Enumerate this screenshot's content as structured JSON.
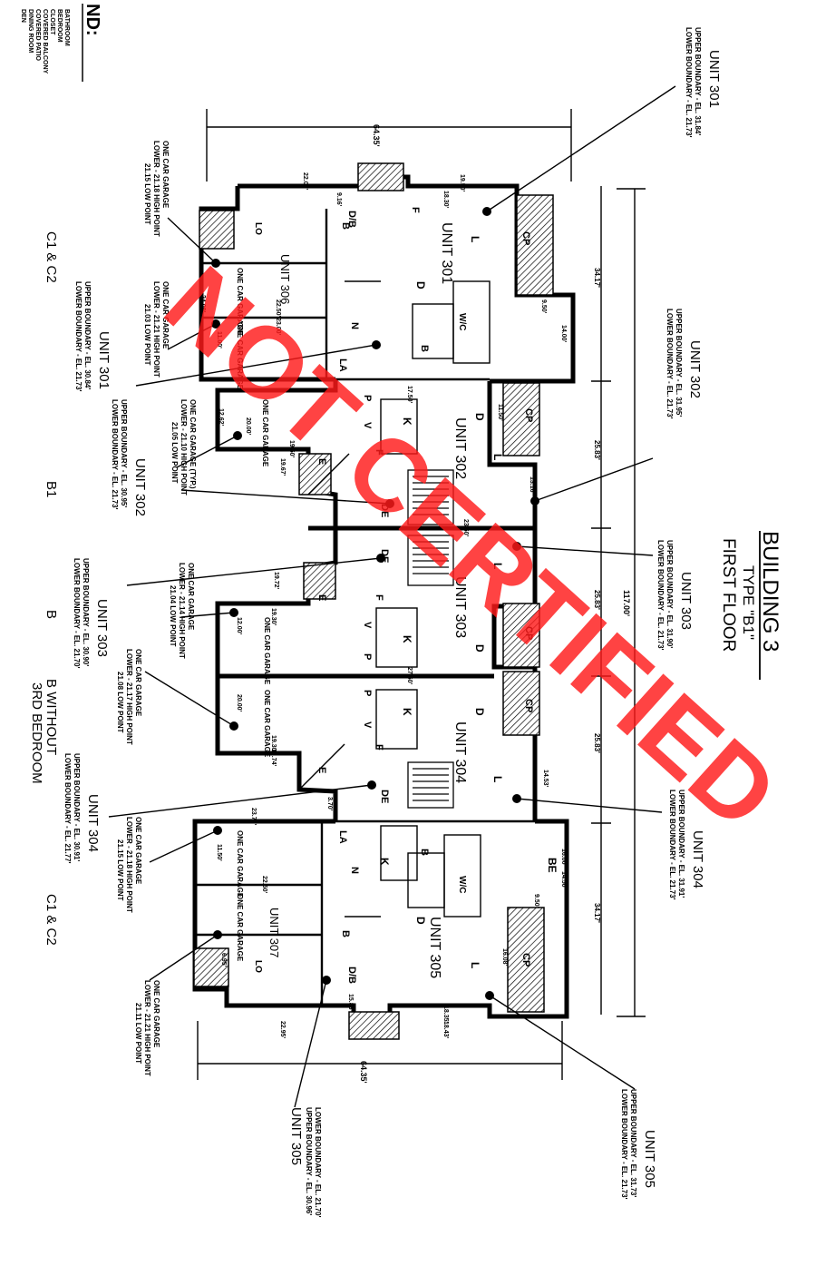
{
  "legend": {
    "title": "ND:",
    "items": [
      "BATHROOM",
      "BEDROOM",
      "CLOSET",
      "COVERED BALCONY",
      "COVERED PATIO",
      "DINING ROOM",
      "DEN"
    ]
  },
  "header": {
    "building": "BUILDING 3",
    "type": "TYPE \"B1\"",
    "floor": "FIRST FLOOR"
  },
  "watermark": "NOT CERTIFIED",
  "dimensions": {
    "top_width": "64.35'",
    "bottom_width": "64.35'",
    "overall_length": "117.00'",
    "seg1": "34.17'",
    "seg2": "25.83'",
    "seg3": "25.83'",
    "seg4": "25.83'",
    "seg5": "34.17'"
  },
  "type_labels": {
    "c1c2_top": "C1 & C2",
    "b1": "B1",
    "b": "B",
    "b_without": "B WITHOUT",
    "third_bedroom": "3RD BEDROOM",
    "c1c2_bottom": "C1 & C2"
  },
  "unit_callouts": {
    "u301_right": {
      "unit": "UNIT 301",
      "upper": "UPPER BOUNDARY - EL. 31.84'",
      "lower": "LOWER BOUNDARY - EL. 21.73'"
    },
    "u302_right": {
      "unit": "UNIT 302",
      "upper": "UPPER BOUNDARY - EL. 31.95'",
      "lower": "LOWER BOUNDARY - EL. 21.73'"
    },
    "u303_right": {
      "unit": "UNIT 303",
      "upper": "UPPER BOUNDARY - EL. 31.90'",
      "lower": "LOWER BOUNDARY - EL. 21.73'"
    },
    "u304_right": {
      "unit": "UNIT 304",
      "upper": "UPPER BOUNDARY - EL. 31.91'",
      "lower": "LOWER BOUNDARY - EL. 21.73'"
    },
    "u305_right": {
      "unit": "UNIT 305",
      "upper": "UPPER BOUNDARY - EL. 31.73'",
      "lower": "LOWER BOUNDARY - EL. 21.73'"
    },
    "u301_left": {
      "unit": "UNIT 301",
      "upper": "UPPER BOUNDARY - EL. 30.84'",
      "lower": "LOWER BOUNDARY - EL. 21.73'"
    },
    "u302_left": {
      "unit": "UNIT 302",
      "upper": "UPPER BOUNDARY - EL. 30.95'",
      "lower": "LOWER BOUNDARY - EL. 21.73'"
    },
    "u303_left": {
      "unit": "UNIT 303",
      "upper": "UPPER BOUNDARY - EL. 30.90'",
      "lower": "LOWER BOUNDARY - EL. 21.70'"
    },
    "u304_left": {
      "unit": "UNIT 304",
      "upper": "UPPER BOUNDARY - EL. 30.91'",
      "lower": "LOWER BOUNDARY - EL. 21.77'"
    },
    "u305_bottom": {
      "unit": "UNIT 305",
      "upper": "UPPER BOUNDARY - EL. 30.96'",
      "lower": "LOWER BOUNDARY - EL. 21.70'"
    }
  },
  "garage_callouts": {
    "g_top_a": {
      "title": "ONE CAR GARAGE",
      "line1": "LOWER - 21.18 HIGH POINT",
      "line2": "21.15 LOW POINT"
    },
    "g_top_b": {
      "title": "ONE CAR GARAGE",
      "line1": "LOWER - 21.21 HIGH POINT",
      "line2": "21.03 LOW POINT"
    },
    "g_302": {
      "title": "ONE CAR GARAGE (TYP.)",
      "line1": "LOWER - 21.10 HIGH POINT",
      "line2": "21.05 LOW POINT"
    },
    "g_303": {
      "title": "ONE CAR GARAGE",
      "line1": "LOWER - 21.14 HIGH POINT",
      "line2": "21.04 LOW POINT"
    },
    "g_304": {
      "title": "ONE CAR GARAGE",
      "line1": "LOWER - 21.17 HIGH POINT",
      "line2": "21.08 LOW POINT"
    },
    "g_304b": {
      "title": "ONE CAR GARAGE",
      "line1": "LOWER - 21.18 HIGH POINT",
      "line2": "21.15 LOW POINT"
    },
    "g_305": {
      "title": "ONE CAR GARAGE",
      "line1": "LOWER - 21.21 HIGH POINT",
      "line2": "21.11 LOW POINT"
    }
  },
  "unit_names": {
    "u301": "UNIT 301",
    "u302": "UNIT 302",
    "u303": "UNIT 303",
    "u304": "UNIT 304",
    "u305": "UNIT 305",
    "u306": "UNIT 306",
    "u307": "UNIT 307"
  },
  "room_letters": {
    "L": "L",
    "D": "D",
    "K": "K",
    "B": "B",
    "F": "F",
    "V": "V",
    "P": "P",
    "DE": "DE",
    "E": "E",
    "WIC": "W/C",
    "LA": "LA",
    "DB": "D/B",
    "LO": "LO",
    "N": "N",
    "BE": "BE",
    "CP": "CP",
    "garage": "ONE CAR GARAGE"
  },
  "plan_dims": {
    "d1": "22.06'",
    "d2": "19.50'",
    "d3": "18.30'",
    "d4": "9.16'",
    "d5": "14.00'",
    "d6": "9.50'",
    "d7": "11.00'",
    "d8": "22.50'",
    "d9": "23.00'",
    "d10": "24.00'",
    "d11": "17.50'",
    "d12": "11.50'",
    "d13": "19.50'",
    "d14": "19.67'",
    "d15": "12.62'",
    "d16": "20.00'",
    "d17": "13.16'",
    "d18": "23.50'",
    "d19": "19.72'",
    "d20": "19.30'",
    "d21": "12.00'",
    "d22": "27.50'",
    "d23": "20.00'",
    "d24": "19.30'",
    "d25": "19.74'",
    "d26": "23.70'",
    "d27": "22.50'",
    "d28": "14.50'",
    "d29": "11.50'",
    "d30": "16.00'",
    "d31": "9.50'",
    "d32": "22.95'",
    "d33": "18.35'",
    "d34": "18.43'",
    "d35": "16.08'",
    "d36": "6.95'",
    "d37": "14.53'",
    "d38": "3.70'",
    "d39": "15.83'"
  }
}
